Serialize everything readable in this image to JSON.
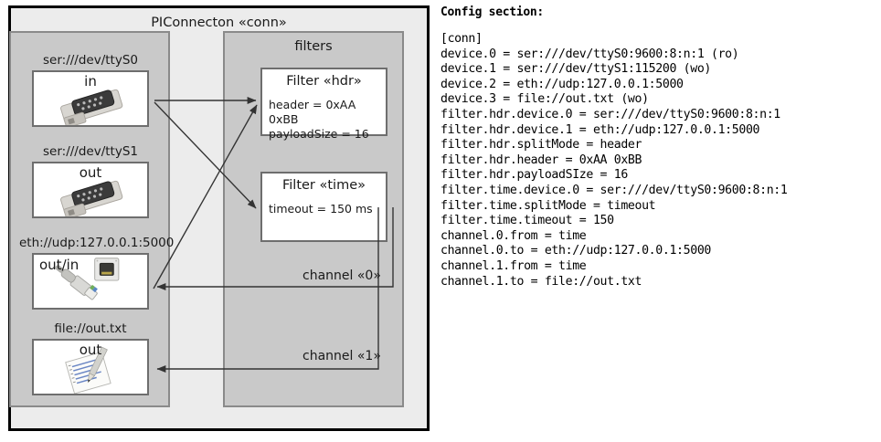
{
  "diagram": {
    "title": "PIConnecton «conn»",
    "devices_panel": {
      "name": "devices-panel",
      "devices": [
        {
          "label": "ser:///dev/ttyS0",
          "direction": "in",
          "icon": "serial-port-icon",
          "align": "center"
        },
        {
          "label": "ser:///dev/ttyS1",
          "direction": "out",
          "icon": "serial-port-icon",
          "align": "center"
        },
        {
          "label": "eth://udp:127.0.0.1:5000",
          "direction": "out/in",
          "icon": "ethernet-port-icon",
          "align": "left"
        },
        {
          "label": "file://out.txt",
          "direction": "out",
          "icon": "text-file-icon",
          "align": "center"
        }
      ]
    },
    "filters_panel": {
      "title": "filters",
      "filters": [
        {
          "title": "Filter «hdr»",
          "props": [
            "header = 0xAA 0xBB",
            "payloadSize = 16"
          ]
        },
        {
          "title": "Filter «time»",
          "props": [
            "timeout = 150 ms"
          ]
        }
      ]
    },
    "channels": [
      {
        "label": "channel «0»"
      },
      {
        "label": "channel «1»"
      }
    ]
  },
  "config": {
    "heading": "Config section:",
    "lines": [
      "[conn]",
      "device.0 = ser:///dev/ttyS0:9600:8:n:1 (ro)",
      "device.1 = ser:///dev/ttyS1:115200 (wo)",
      "device.2 = eth://udp:127.0.0.1:5000",
      "device.3 = file://out.txt (wo)",
      "filter.hdr.device.0 = ser:///dev/ttyS0:9600:8:n:1",
      "filter.hdr.device.1 = eth://udp:127.0.0.1:5000",
      "filter.hdr.splitMode = header",
      "filter.hdr.header = 0xAA 0xBB",
      "filter.hdr.payloadSIze = 16",
      "filter.time.device.0 = ser:///dev/ttyS0:9600:8:n:1",
      "filter.time.splitMode = timeout",
      "filter.time.timeout = 150",
      "channel.0.from = time",
      "channel.0.to = eth://udp:127.0.0.1:5000",
      "channel.1.from = time",
      "channel.1.to = file://out.txt"
    ]
  },
  "colors": {
    "panel_fill": "#c9c9c9",
    "panel_border": "#8a8a8a",
    "frame_fill": "#ececec",
    "frame_border": "#000000",
    "box_fill": "#ffffff",
    "box_border": "#6e6e6e",
    "line": "#333333"
  }
}
